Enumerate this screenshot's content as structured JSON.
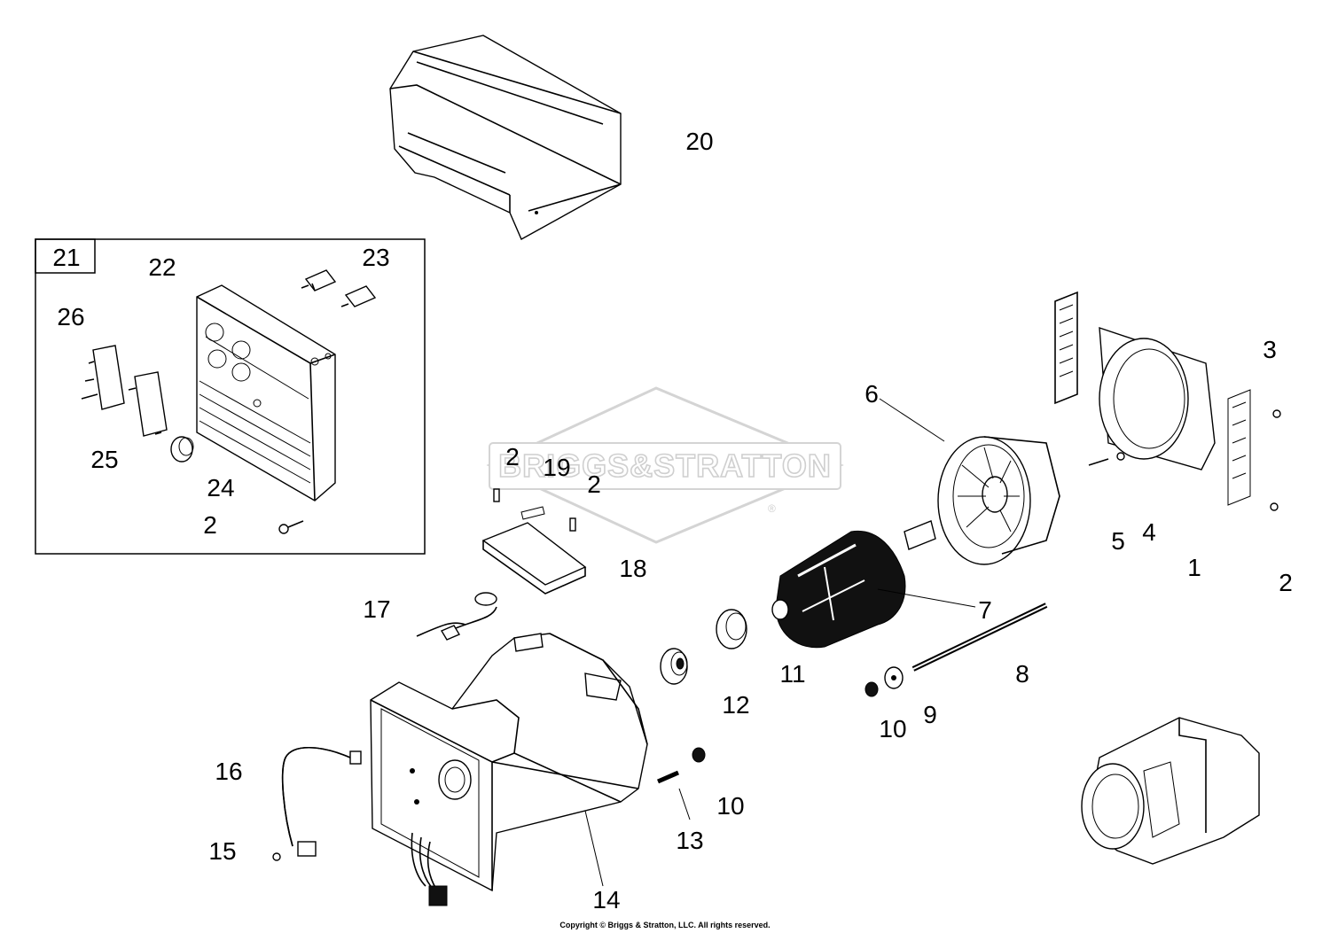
{
  "diagram": {
    "callouts": {
      "c1": "1",
      "c2a": "2",
      "c3": "3",
      "c4": "4",
      "c5": "5",
      "c6": "6",
      "c7": "7",
      "c8": "8",
      "c9": "9",
      "c10a": "10",
      "c10b": "10",
      "c11": "11",
      "c12": "12",
      "c13": "13",
      "c14": "14",
      "c15": "15",
      "c16": "16",
      "c17": "17",
      "c18": "18",
      "c19": "19",
      "c2b": "2",
      "c2c": "2",
      "c20": "20",
      "c21": "21",
      "c22": "22",
      "c23": "23",
      "c24": "24",
      "c25": "25",
      "c26": "26",
      "c2d": "2"
    },
    "watermark": "BRIGGS&STRATTON",
    "registered_mark": "®",
    "copyright": "Copyright © Briggs & Stratton, LLC. All rights reserved."
  }
}
